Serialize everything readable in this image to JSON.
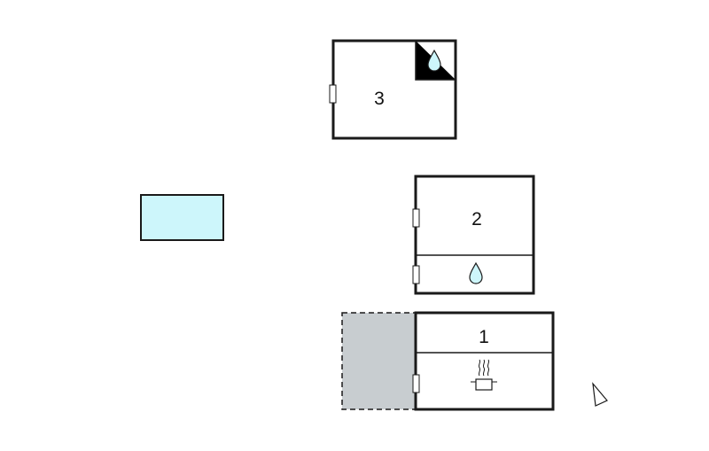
{
  "rooms": {
    "room_3": {
      "label": "3"
    },
    "room_2": {
      "label": "2"
    },
    "room_1": {
      "label": "1"
    }
  },
  "fixtures": {
    "bathroom_icon": "water-drop-icon",
    "kitchen_icon": "cooking-pot-icon",
    "north_icon": "north-arrow-icon"
  },
  "colors": {
    "pool": "#cdf6fb",
    "water_drop": "#cdf6fb",
    "terrace": "#c8cdd0",
    "wall": "#1a1a1a"
  }
}
